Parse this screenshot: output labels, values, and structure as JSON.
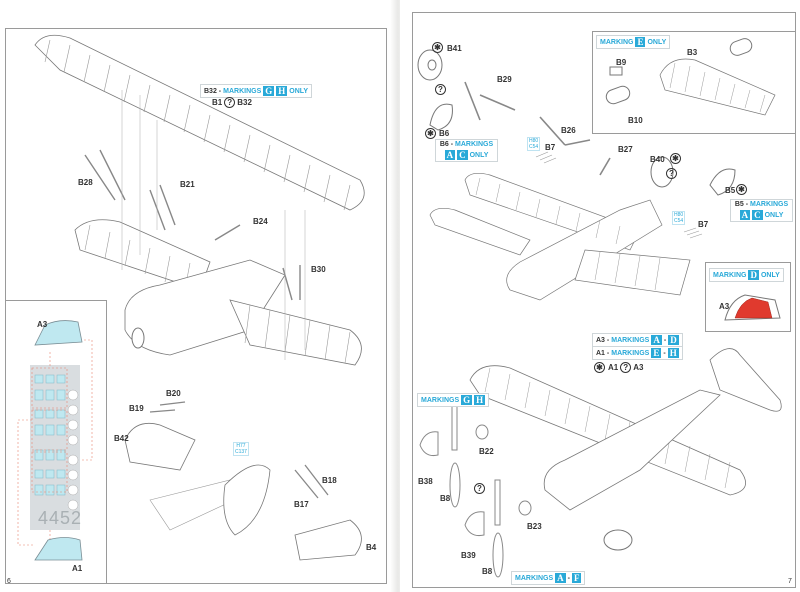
{
  "document": {
    "type": "model kit instruction sheet",
    "pages": [
      {
        "page_number": "6"
      },
      {
        "page_number": "7"
      }
    ]
  },
  "left_page": {
    "part_labels": {
      "b28": "B28",
      "b21": "B21",
      "b24": "B24",
      "b30": "B30",
      "b20": "B20",
      "b19": "B19",
      "b42": "B42",
      "b18": "B18",
      "b17": "B17",
      "b4": "B4",
      "a3": "A3",
      "a1": "A1"
    },
    "marking_note_b32": {
      "prefix": "B32 -",
      "word": "MARKINGS",
      "letters": [
        "G",
        "H"
      ],
      "suffix": "ONLY"
    },
    "option_b1_b32": {
      "left": "B1",
      "symbol": "?",
      "right": "B32"
    },
    "code_h77": {
      "line1": "H77",
      "line2": "C137"
    },
    "mask_sheet_number": "4452"
  },
  "right_page": {
    "part_labels": {
      "b41": "B41",
      "b29": "B29",
      "b6": "B6",
      "b26": "B26",
      "b7a": "B7",
      "b27": "B27",
      "b40": "B40",
      "b5": "B5",
      "b7b": "B7",
      "b3": "B3",
      "b9": "B9",
      "b10": "B10",
      "a3": "A3",
      "b22": "B22",
      "b38": "B38",
      "b8a": "B8",
      "b23": "B23",
      "b39": "B39",
      "b8b": "B8",
      "a1": "A1",
      "a3b": "A3"
    },
    "marking_e_only": {
      "word": "MARKING",
      "letters": [
        "E"
      ],
      "suffix": "ONLY"
    },
    "marking_b6": {
      "prefix": "B6 -",
      "word": "MARKINGS",
      "letters": [
        "A",
        "C"
      ],
      "suffix": "ONLY"
    },
    "marking_b5": {
      "prefix": "B5 -",
      "word": "MARKINGS",
      "letters": [
        "A",
        "C"
      ],
      "suffix": "ONLY"
    },
    "marking_d_only": {
      "word": "MARKING",
      "letters": [
        "D"
      ],
      "suffix": "ONLY"
    },
    "marking_a3": {
      "prefix": "A3 -",
      "word": "MARKINGS",
      "letters": [
        "A",
        "D"
      ]
    },
    "marking_a1": {
      "prefix": "A1 -",
      "word": "MARKINGS",
      "letters": [
        "E",
        "H"
      ]
    },
    "marking_gh": {
      "word": "MARKINGS",
      "letters": [
        "G",
        "H"
      ]
    },
    "marking_af": {
      "word": "MARKINGS",
      "letters": [
        "A",
        "F"
      ]
    },
    "option_a1_a3": {
      "left": "A1",
      "symbol": "?",
      "right": "A3"
    },
    "code_h80_a": {
      "line1": "H80",
      "line2": "C54"
    },
    "code_h80_b": {
      "line1": "H80",
      "line2": "C54"
    },
    "highlight_color": "#e03a2e",
    "accent_color": "#29a9d8"
  }
}
